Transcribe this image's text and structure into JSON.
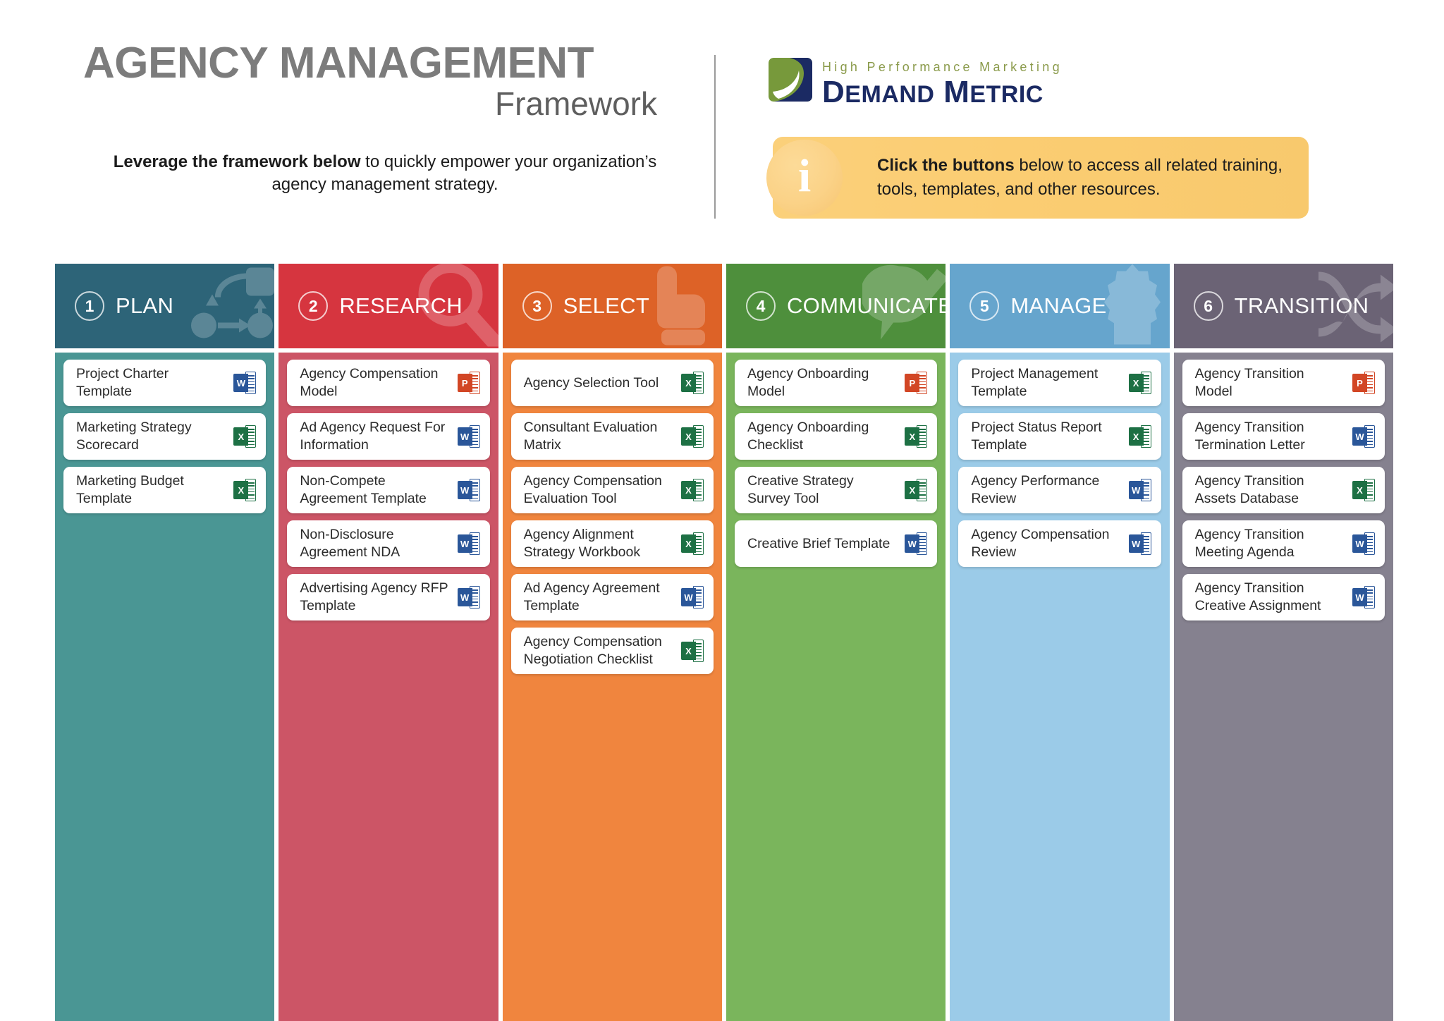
{
  "header": {
    "title_main": "AGENCY MANAGEMENT",
    "title_sub": "Framework",
    "lede_bold": "Leverage the framework below",
    "lede_rest": " to quickly empower your organization’s agency management strategy."
  },
  "logo": {
    "tagline": "High Performance Marketing",
    "name_part1": "D",
    "name_part2": "EMAND",
    "name_part3": "M",
    "name_part4": "ETRIC",
    "full_name": "Demand Metric",
    "green": "#77993b",
    "navy": "#1b2a63"
  },
  "banner": {
    "icon_glyph": "i",
    "bold_text": "Click the buttons",
    "rest_text": " below to access all related training, tools, templates, and other resources.",
    "bg": "#fbcd72"
  },
  "columns": [
    {
      "num": "1",
      "label": "PLAN",
      "head_color": "#2d6478",
      "body_color": "#4a9694",
      "watermark": "workflow-diagram-icon",
      "cards": [
        {
          "label": "Project Charter Template",
          "type": "word"
        },
        {
          "label": "Marketing Strategy Scorecard",
          "type": "excel"
        },
        {
          "label": "Marketing Budget Template",
          "type": "excel"
        }
      ]
    },
    {
      "num": "2",
      "label": "RESEARCH",
      "head_color": "#d6353f",
      "body_color": "#cc5566",
      "watermark": "magnifier-icon",
      "cards": [
        {
          "label": "Agency Compensation Model",
          "type": "ppt"
        },
        {
          "label": "Ad Agency Request For Information",
          "type": "word"
        },
        {
          "label": "Non-Compete Agreement Template",
          "type": "word"
        },
        {
          "label": "Non-Disclosure Agreement NDA",
          "type": "word"
        },
        {
          "label": "Advertising Agency RFP Template",
          "type": "word"
        }
      ]
    },
    {
      "num": "3",
      "label": "SELECT",
      "head_color": "#dd6227",
      "body_color": "#f0853e",
      "watermark": "pointing-hand-icon",
      "cards": [
        {
          "label": "Agency Selection Tool",
          "type": "excel"
        },
        {
          "label": "Consultant Evaluation Matrix",
          "type": "excel"
        },
        {
          "label": "Agency Compensation Evaluation Tool",
          "type": "excel"
        },
        {
          "label": "Agency Alignment Strategy Workbook",
          "type": "excel"
        },
        {
          "label": "Ad Agency Agreement Template",
          "type": "word"
        },
        {
          "label": "Agency Compensation Negotiation Checklist",
          "type": "excel"
        }
      ]
    },
    {
      "num": "4",
      "label": "COMMUNICATE",
      "head_color": "#4e8f3c",
      "body_color": "#7ab55c",
      "watermark": "speech-bubble-pencil-icon",
      "cards": [
        {
          "label": "Agency Onboarding Model",
          "type": "ppt"
        },
        {
          "label": "Agency Onboarding Checklist",
          "type": "excel"
        },
        {
          "label": "Creative Strategy Survey Tool",
          "type": "excel"
        },
        {
          "label": "Creative Brief Template",
          "type": "word"
        }
      ]
    },
    {
      "num": "5",
      "label": "MANAGE",
      "head_color": "#66a5cd",
      "body_color": "#9bcbe8",
      "watermark": "gear-person-icon",
      "cards": [
        {
          "label": "Project Management Template",
          "type": "excel"
        },
        {
          "label": "Project Status Report Template",
          "type": "excel"
        },
        {
          "label": "Agency Performance Review",
          "type": "word"
        },
        {
          "label": "Agency Compensation Review",
          "type": "word"
        }
      ]
    },
    {
      "num": "6",
      "label": "TRANSITION",
      "head_color": "#6b6375",
      "body_color": "#85818f",
      "watermark": "crossing-arrows-icon",
      "cards": [
        {
          "label": "Agency Transition Model",
          "type": "ppt"
        },
        {
          "label": "Agency Transition Termination Letter",
          "type": "word"
        },
        {
          "label": "Agency Transition Assets Database",
          "type": "excel"
        },
        {
          "label": "Agency Transition Meeting Agenda",
          "type": "word"
        },
        {
          "label": "Agency Transition Creative Assignment",
          "type": "word"
        }
      ]
    }
  ]
}
